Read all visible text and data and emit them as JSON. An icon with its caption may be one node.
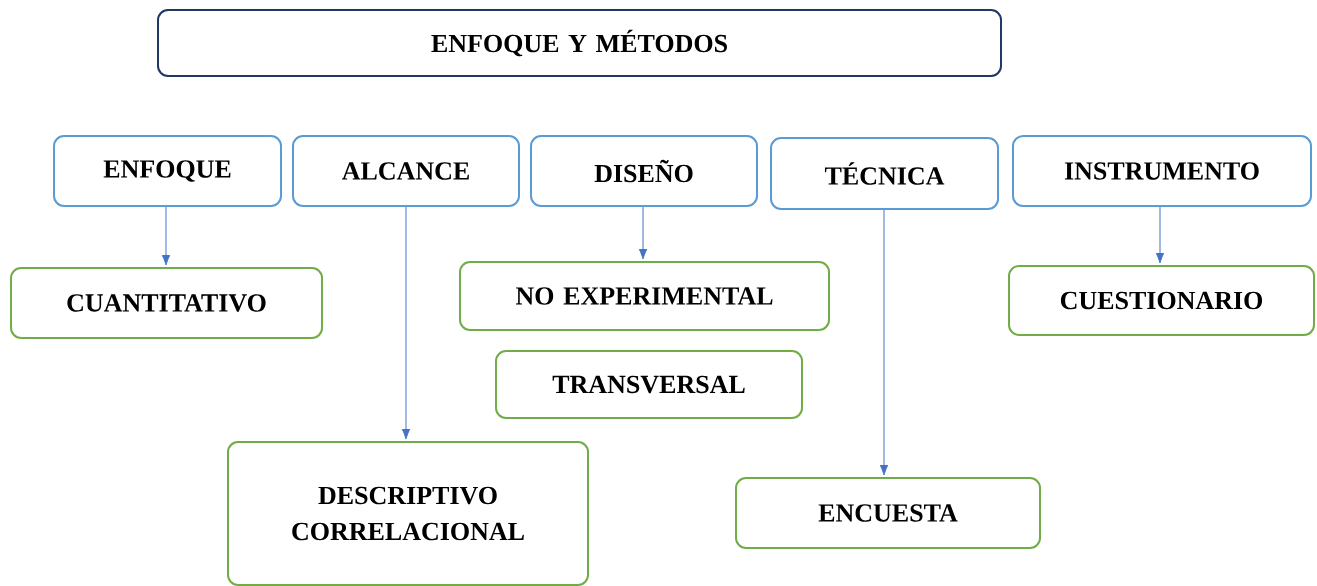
{
  "diagram": {
    "nodes": [
      {
        "text": [
          "ENFOQUE Y MÉTODOS"
        ]
      },
      {
        "text": [
          "ENFOQUE"
        ]
      },
      {
        "text": [
          "ALCANCE"
        ]
      },
      {
        "text": [
          "DISEÑO"
        ]
      },
      {
        "text": [
          "TÉCNICA"
        ]
      },
      {
        "text": [
          "INSTRUMENTO"
        ]
      },
      {
        "text": [
          "CUANTITATIVO"
        ]
      },
      {
        "text": [
          "NO EXPERIMENTAL"
        ]
      },
      {
        "text": [
          "TRANSVERSAL"
        ]
      },
      {
        "text": [
          "DESCRIPTIVO CORRELACIONAL"
        ]
      },
      {
        "text": [
          "ENCUESTA"
        ]
      },
      {
        "text": [
          "CUESTIONARIO"
        ]
      }
    ],
    "edges": [
      {
        "from": 1,
        "to": 6,
        "arrow": "to"
      },
      {
        "from": 2,
        "to": 9,
        "arrow": "to"
      },
      {
        "from": 3,
        "to": 7,
        "arrow": "to"
      },
      {
        "from": 4,
        "to": 10,
        "arrow": "to"
      },
      {
        "from": 5,
        "to": 11,
        "arrow": "to"
      }
    ]
  }
}
